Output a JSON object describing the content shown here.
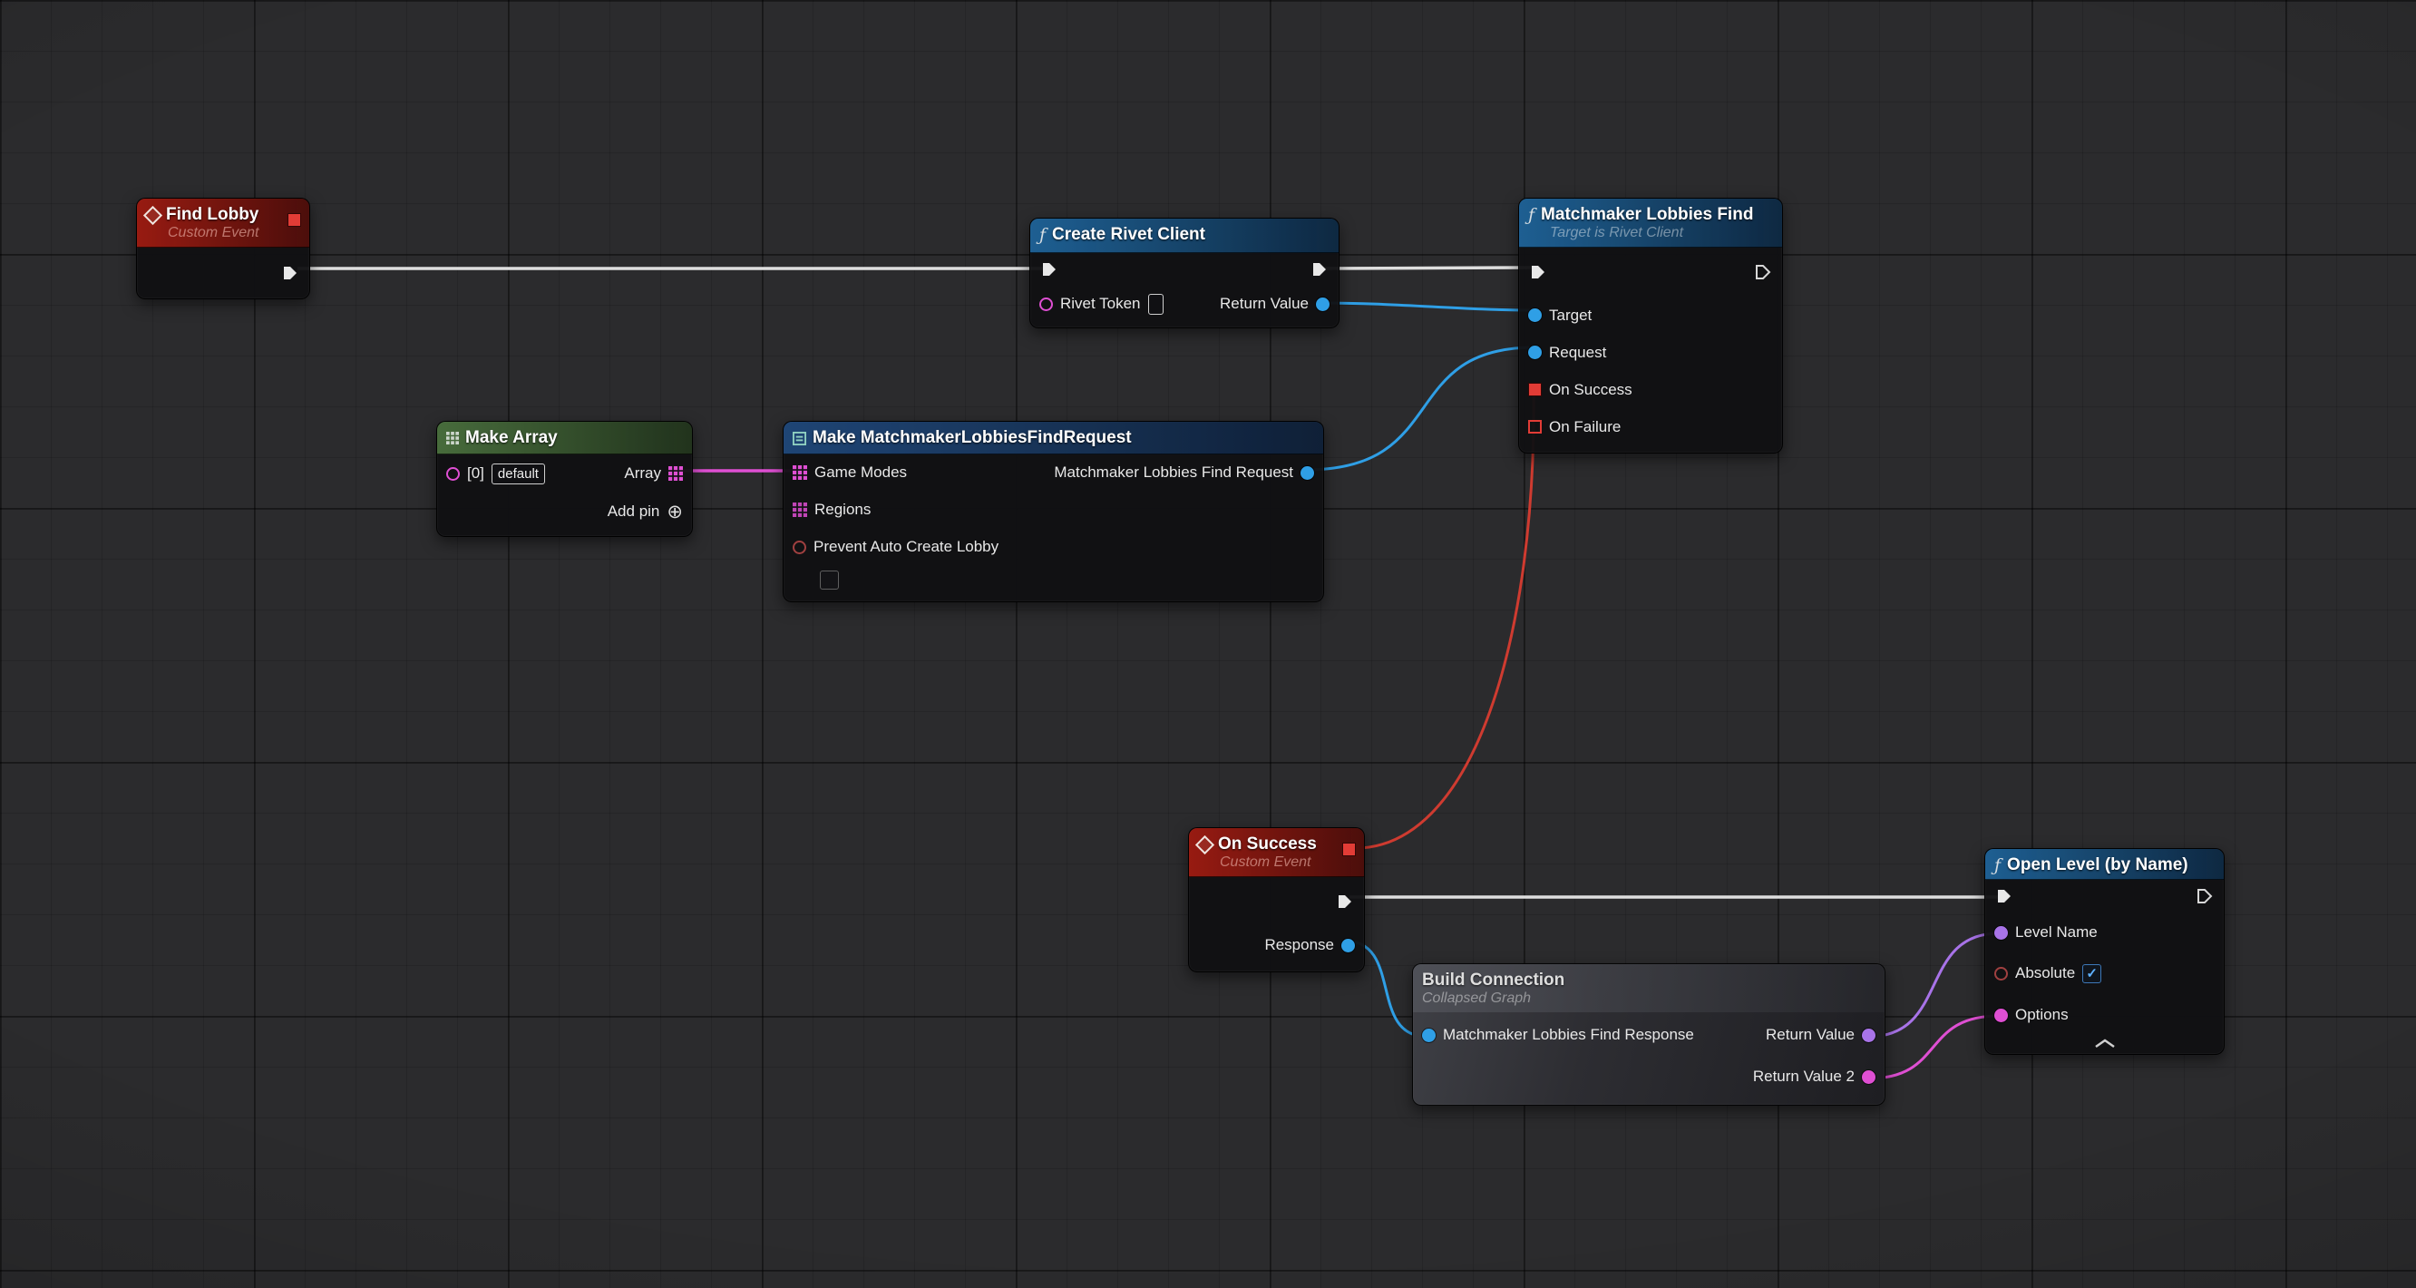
{
  "graph": {
    "background": "#2b2b2d"
  },
  "colors": {
    "exec_wire": "#dedede",
    "object_pin": "#2f9fe6",
    "string_pin": "#df4fd3",
    "name_pin": "#a873e8",
    "bool_pin": "#a04040",
    "delegate_pin": "#e23c36",
    "event_header": "#9e1c12",
    "function_header": "#1f6398",
    "array_header": "#4a703e",
    "struct_header": "#20487a",
    "error_wire": "#cf3b30"
  },
  "icons": {
    "function_glyph": "ƒ",
    "add_pin_glyph": "⊕",
    "check_glyph": "✓"
  },
  "nodes": {
    "find_lobby": {
      "title": "Find Lobby",
      "subtitle": "Custom Event"
    },
    "create_rivet_client": {
      "title": "Create Rivet Client",
      "rivet_token_label": "Rivet Token",
      "return_value_label": "Return Value"
    },
    "matchmaker_lobbies_find": {
      "title": "Matchmaker Lobbies Find",
      "subtitle": "Target is Rivet Client",
      "target_label": "Target",
      "request_label": "Request",
      "on_success_label": "On Success",
      "on_failure_label": "On Failure"
    },
    "make_array": {
      "title": "Make Array",
      "element_label": "[0]",
      "element_value": "default",
      "array_label": "Array",
      "add_pin_label": "Add pin"
    },
    "make_request": {
      "title": "Make MatchmakerLobbiesFindRequest",
      "game_modes_label": "Game Modes",
      "regions_label": "Regions",
      "prevent_label": "Prevent Auto Create Lobby",
      "output_label": "Matchmaker Lobbies Find Request"
    },
    "on_success_event": {
      "title": "On Success",
      "subtitle": "Custom Event",
      "response_label": "Response"
    },
    "build_connection": {
      "title": "Build Connection",
      "subtitle": "Collapsed Graph",
      "input_label": "Matchmaker Lobbies Find Response",
      "return_value_label": "Return Value",
      "return_value_2_label": "Return Value 2"
    },
    "open_level": {
      "title": "Open Level (by Name)",
      "level_name_label": "Level Name",
      "absolute_label": "Absolute",
      "options_label": "Options"
    }
  }
}
